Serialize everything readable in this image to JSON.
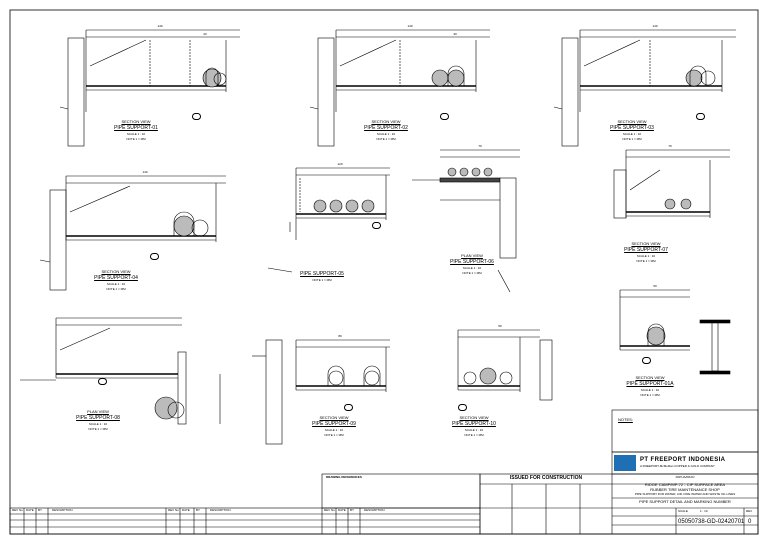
{
  "sheet": {
    "views": [
      {
        "title": "SECTION VIEW",
        "name": "PIPE SUPPORT-01",
        "scale": "SCALE 1 : 10",
        "note": "NOTE 1 = MM"
      },
      {
        "title": "SECTION VIEW",
        "name": "PIPE SUPPORT-02",
        "scale": "SCALE 1 : 10",
        "note": "NOTE 1 = MM"
      },
      {
        "title": "SECTION VIEW",
        "name": "PIPE SUPPORT-03",
        "scale": "SCALE 1 : 10",
        "note": "NOTE 1 = MM"
      },
      {
        "title": "SECTION VIEW",
        "name": "PIPE SUPPORT-04",
        "scale": "SCALE 1 : 10",
        "note": "NOTE 1 = MM"
      },
      {
        "title": "",
        "name": "PIPE SUPPORT-05",
        "scale": "",
        "note": "NOTE 1 = MM"
      },
      {
        "title": "PLAN VIEW",
        "name": "PIPE SUPPORT-06",
        "scale": "SCALE 1 : 10",
        "note": "NOTE 1 = MM"
      },
      {
        "title": "SECTION VIEW",
        "name": "PIPE SUPPORT-07",
        "scale": "SCALE 1 : 10",
        "note": "NOTE 1 = MM"
      },
      {
        "title": "PLAN VIEW",
        "name": "PIPE SUPPORT-08",
        "scale": "SCALE 1 : 10",
        "note": "NOTE 1 = MM"
      },
      {
        "title": "SECTION VIEW",
        "name": "PIPE SUPPORT-09",
        "scale": "SCALE 1 : 10",
        "note": "NOTE 1 = MM"
      },
      {
        "title": "SECTION VIEW",
        "name": "PIPE SUPPORT-10",
        "scale": "SCALE 1 : 10",
        "note": "NOTE 1 = MM"
      },
      {
        "title": "SECTION VIEW",
        "name": "PIPE SUPPORT-01A",
        "scale": "SCALE 1 : 10",
        "note": "NOTE 1 = MM"
      }
    ],
    "dims": {
      "d140": "140",
      "d120": "120",
      "d70": "70",
      "d50": "50",
      "d20": "20",
      "d30": "30",
      "d80": "80"
    },
    "notes_heading": "NOTES:",
    "issue_banner": "ISSUED FOR CONSTRUCTION",
    "company": {
      "name": "PT FREEPORT INDONESIA",
      "sub": "A FREEPORT-McMoRan COPPER & GOLD COMPANY"
    },
    "project_label": "PAPUA/IRIAN",
    "drawing_title": [
      "RIDGE CAMP/MP-72 - CIP SURFACE AREA",
      "RUBBER TIRE MAINTENANCE SHOP",
      "PIPE SUPPORT FOR WATER, AIR, FIRE WATER AND WASTE OIL LINES",
      "PIPE SUPPORT DETAIL AND MARKING NUMBER"
    ],
    "drawing_number": "05050738-GD-02420701",
    "revision": "0",
    "rev_label": "REV",
    "scale_label": "SCALE",
    "scale_value": "1 : 10",
    "drawing_refs_heading": "DRAWING REFERENCES",
    "rev_table_headers": [
      "REV No",
      "DATE",
      "BY",
      "DESCRIPTION"
    ],
    "label_rev": "REV",
    "label_date": "DATE",
    "label_by": "BY"
  }
}
